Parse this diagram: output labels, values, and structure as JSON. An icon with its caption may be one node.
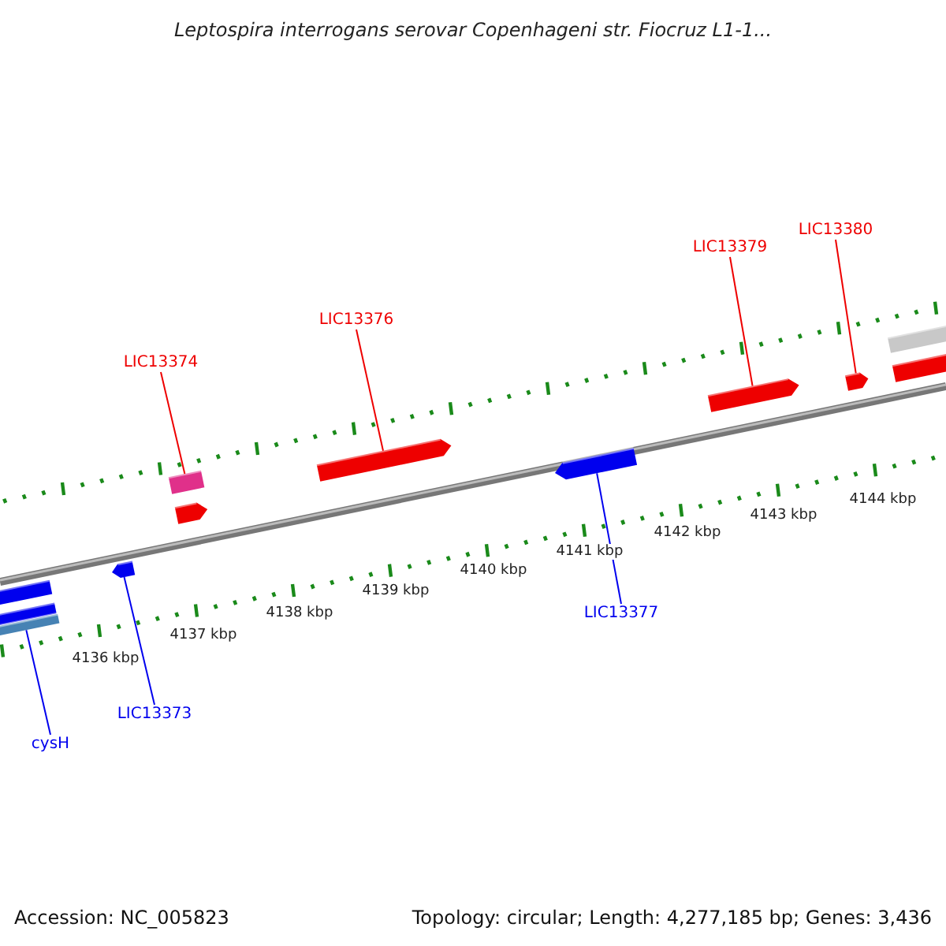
{
  "diagram": {
    "title": "Leptospira interrogans serovar Copenhageni str. Fiocruz L1-1...",
    "nodes": [
      {
        "text": [
          "LIC13380"
        ]
      },
      {
        "text": [
          "LIC13379"
        ]
      },
      {
        "text": [
          "LIC13376"
        ]
      },
      {
        "text": [
          "LIC13374"
        ]
      },
      {
        "text": [
          "LIC13377"
        ]
      },
      {
        "text": [
          "LIC13373"
        ]
      },
      {
        "text": [
          "cysH"
        ]
      },
      {
        "text": [],
        "shape": "bar"
      },
      {
        "text": [],
        "shape": "bar"
      },
      {
        "text": [],
        "shape": "bar"
      },
      {
        "text": [],
        "shape": "bar"
      },
      {
        "text": [],
        "shape": "bar"
      },
      {
        "text": [],
        "shape": "bar"
      },
      {
        "text": [],
        "shape": "bar"
      },
      {
        "text": [],
        "shape": "bar"
      },
      {
        "text": [],
        "shape": "bar"
      },
      {
        "text": [],
        "shape": "bar"
      },
      {
        "text": [],
        "shape": "bar"
      },
      {
        "text": [],
        "shape": "bar"
      }
    ],
    "edges": [
      {
        "from": 0,
        "to": 16,
        "arrow": "none"
      },
      {
        "from": 1,
        "to": 15,
        "arrow": "none"
      },
      {
        "from": 2,
        "to": 13,
        "arrow": "none"
      },
      {
        "from": 3,
        "to": 11,
        "arrow": "none"
      },
      {
        "from": 4,
        "to": 14,
        "arrow": "none",
        "color": "#0000ee"
      },
      {
        "from": 5,
        "to": 10,
        "arrow": "none",
        "color": "#0000ee"
      },
      {
        "from": 6,
        "to": 9,
        "arrow": "none",
        "color": "#0000ee"
      }
    ],
    "labels": [
      "4136 kbp",
      "4137 kbp",
      "4138 kbp",
      "4139 kbp",
      "4140 kbp",
      "4141 kbp",
      "4142 kbp",
      "4143 kbp",
      "4144 kbp",
      "Accession: NC_005823",
      "Topology: circular; Length: 4,277,185 bp; Genes: 3,436"
    ]
  }
}
